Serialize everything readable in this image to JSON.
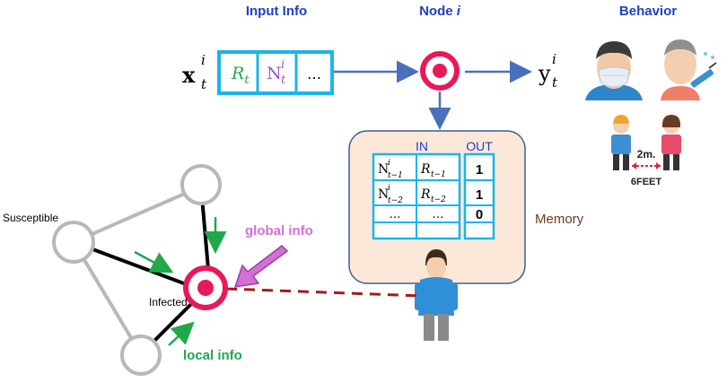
{
  "headers": {
    "input_info": "Input Info",
    "node_i": "Node",
    "node_i_var": "i",
    "behavior": "Behavior"
  },
  "input_vector": {
    "x": "x",
    "x_sup": "i",
    "x_sub": "t",
    "cells": [
      {
        "main": "R",
        "sub": "t",
        "sup": ""
      },
      {
        "main": "N",
        "sub": "t",
        "sup": "i"
      },
      {
        "main": "…",
        "sub": "",
        "sup": ""
      }
    ]
  },
  "output_var": {
    "y": "y",
    "sup": "i",
    "sub": "t"
  },
  "memory": {
    "label": "Memory",
    "in_header": "IN",
    "out_header": "OUT",
    "rows": [
      {
        "n": "N",
        "n_sup": "i",
        "n_sub": "t−1",
        "r": "R",
        "r_sub": "t−1",
        "out": "1"
      },
      {
        "n": "N",
        "n_sup": "i",
        "n_sub": "t−2",
        "r": "R",
        "r_sub": "t−2",
        "out": "1"
      },
      {
        "n": "…",
        "n_sup": "",
        "n_sub": "",
        "r": "…",
        "r_sub": "",
        "out": "0"
      },
      {
        "n": "",
        "n_sup": "",
        "n_sub": "",
        "r": "",
        "r_sub": "",
        "out": ""
      }
    ]
  },
  "network": {
    "susceptible": "Susceptible",
    "infected": "Infected",
    "global_info": "global info",
    "local_info": "local info"
  },
  "behavior_icons": {
    "distance_label": "2m.",
    "feet_label": "6FEET"
  },
  "colors": {
    "header_blue": "#1f3fc9",
    "cell_border": "#19b6ea",
    "green": "#21a84a",
    "purple": "#a14fd6",
    "node_red": "#e8185a",
    "arrow_blue": "#4a6fbf",
    "memory_bg": "#fce8d9",
    "memory_border": "#3f5f8f",
    "memory_label": "#6b3a1e",
    "dashed_red": "#a61b1b",
    "global_pink": "#d36fd6",
    "gray": "#b8b8b8"
  }
}
